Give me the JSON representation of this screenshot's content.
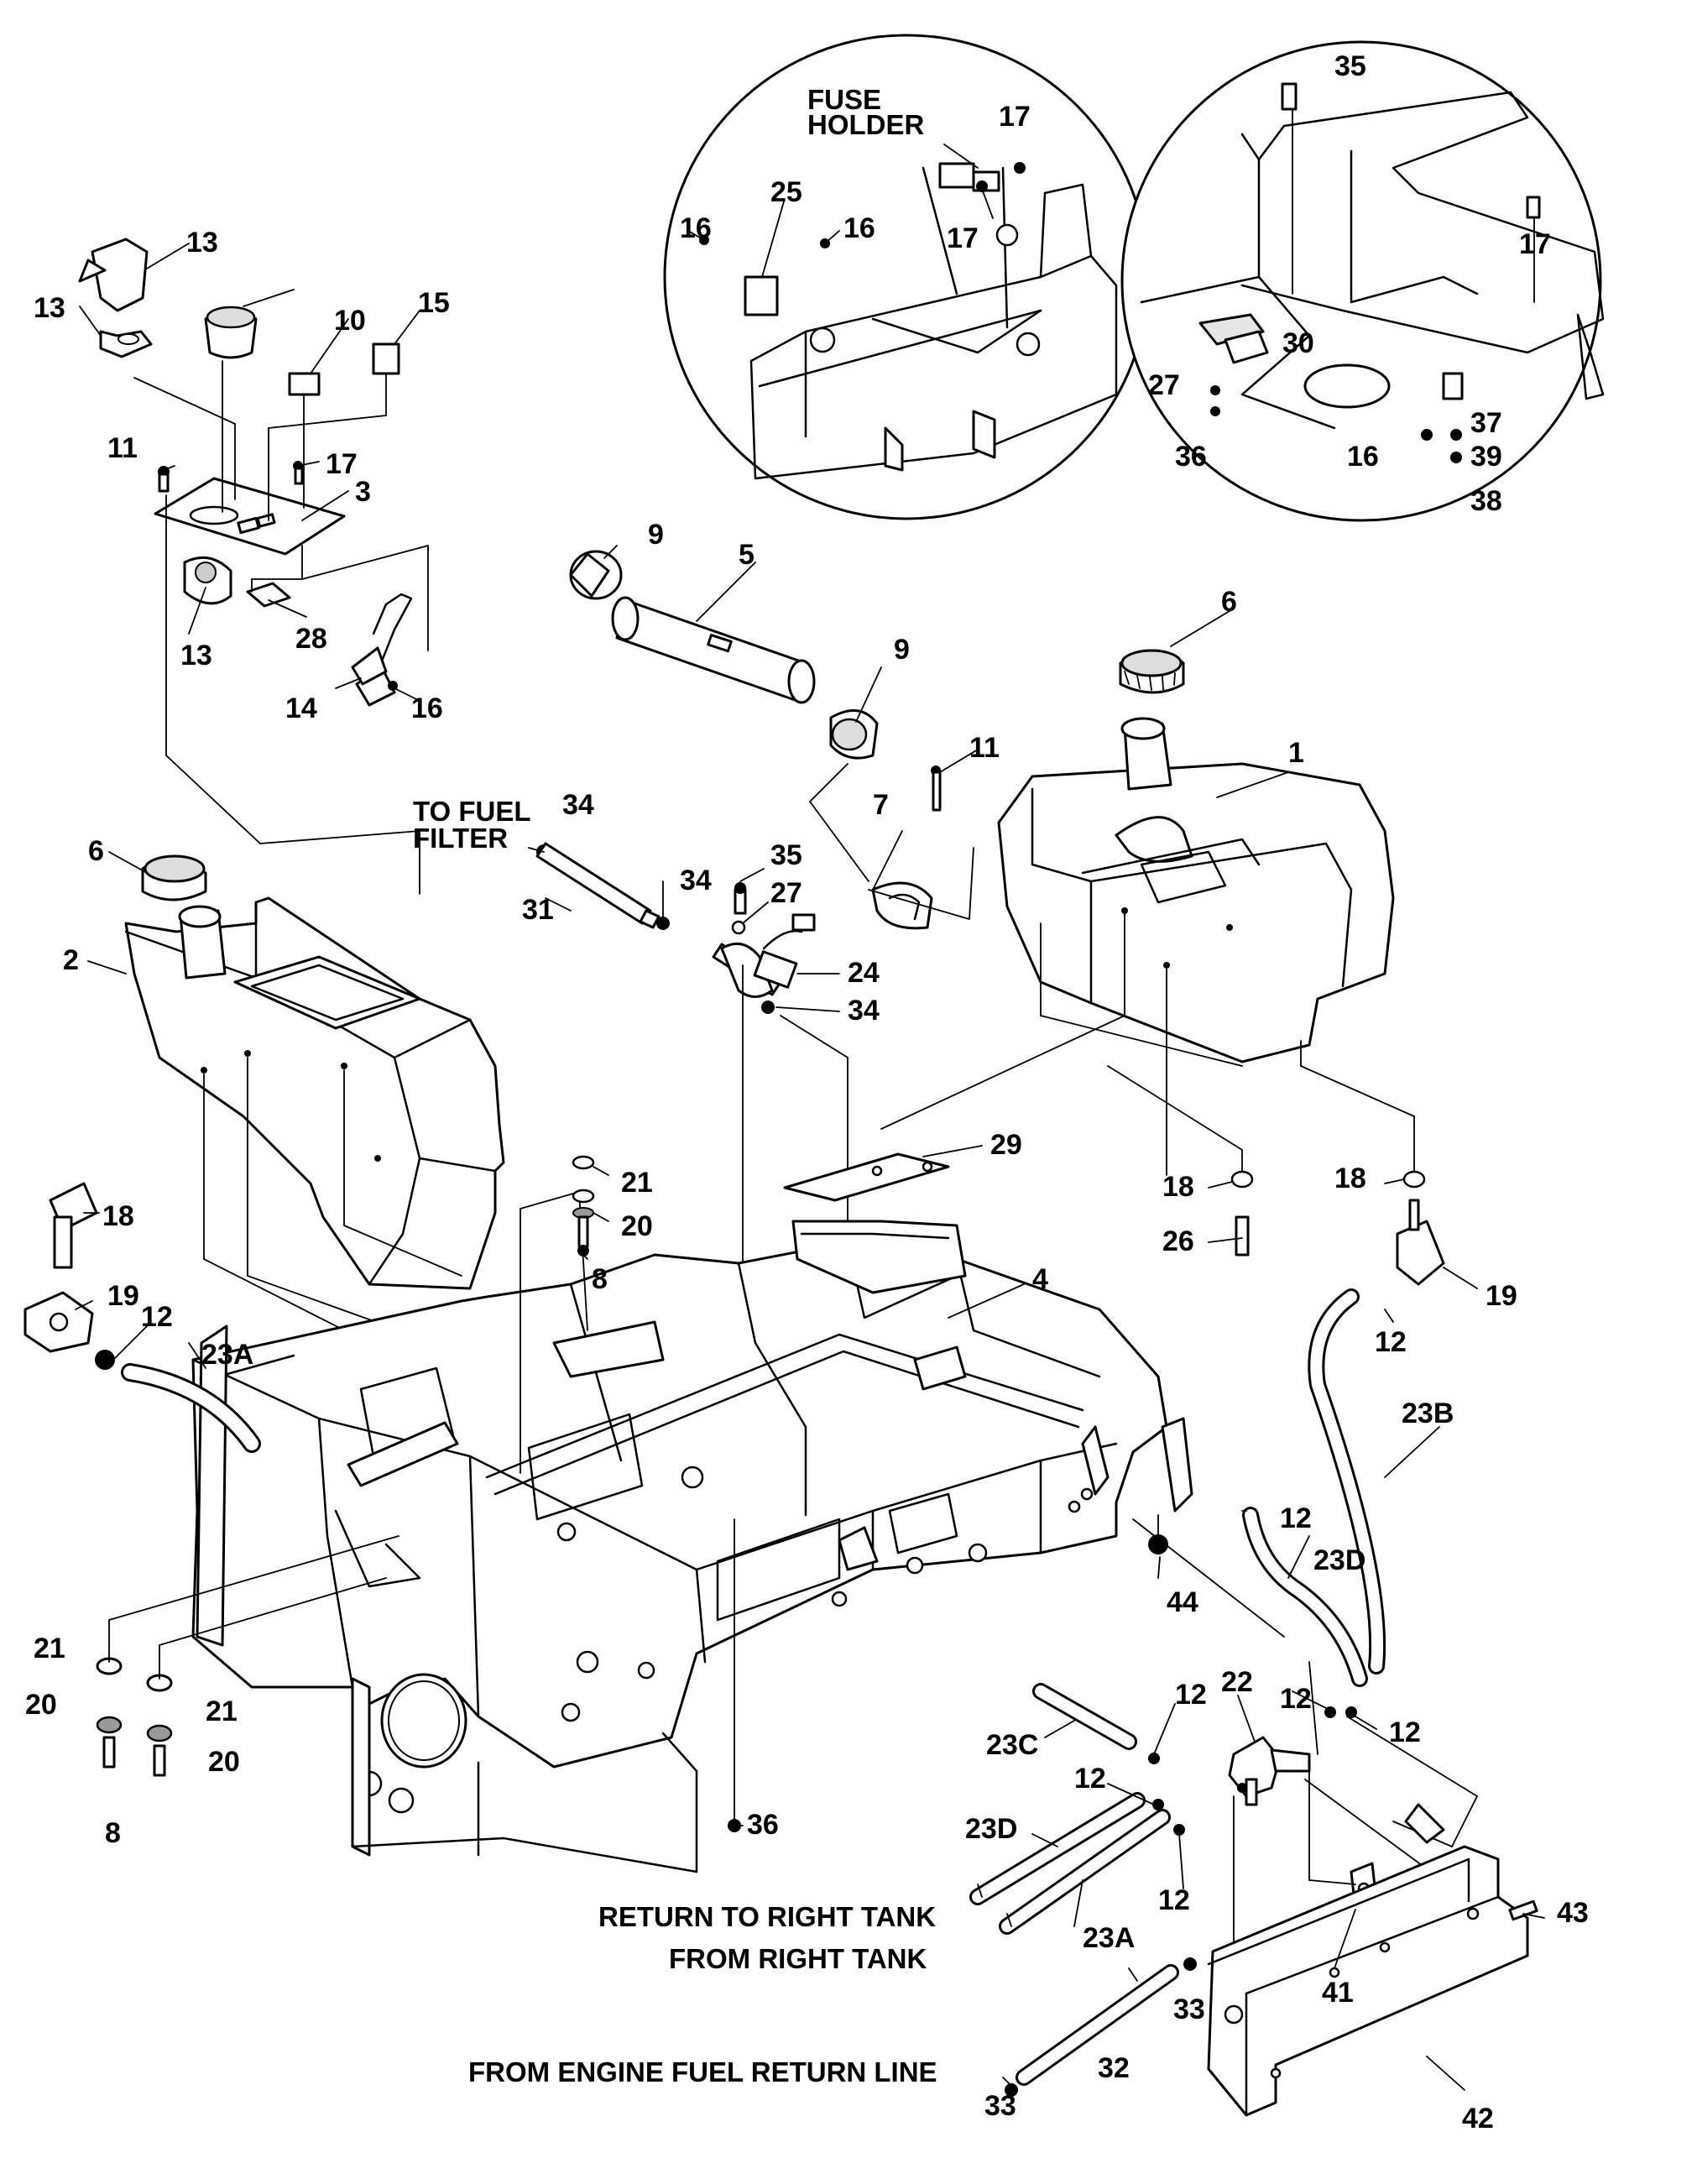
{
  "notes": {
    "fuse_holder": [
      "FUSE",
      "HOLDER"
    ],
    "to_fuel_filter": [
      "TO FUEL",
      "FILTER"
    ],
    "return_to_right_tank": "RETURN TO RIGHT TANK",
    "from_right_tank": "FROM RIGHT TANK",
    "from_engine_fuel_return_line": "FROM ENGINE FUEL RETURN LINE"
  },
  "callouts": {
    "c1": "1",
    "c2": "2",
    "c3": "3",
    "c4": "4",
    "c5": "5",
    "c6a": "6",
    "c6b": "6",
    "c7": "7",
    "c8a": "8",
    "c8b": "8",
    "c9a": "9",
    "c9b": "9",
    "c10": "10",
    "c11a": "11",
    "c11b": "11",
    "c12a": "12",
    "c12b": "12",
    "c12c": "12",
    "c12d": "12",
    "c12e": "12",
    "c12f": "12",
    "c12g": "12",
    "c12h": "12",
    "c13a": "13",
    "c13b": "13",
    "c13c": "13",
    "c14": "14",
    "c15": "15",
    "c16a": "16",
    "c16b": "16",
    "c16c": "16",
    "c16d": "16",
    "c17a": "17",
    "c17b": "17",
    "c17c": "17",
    "c17d": "17",
    "c18a": "18",
    "c18b": "18",
    "c18c": "18",
    "c19a": "19",
    "c19b": "19",
    "c20a": "20",
    "c20b": "20",
    "c20c": "20",
    "c21a": "21",
    "c21b": "21",
    "c21c": "21",
    "c22": "22",
    "c23a1": "23A",
    "c23a2": "23A",
    "c23b": "23B",
    "c23c": "23C",
    "c23d1": "23D",
    "c23d2": "23D",
    "c24": "24",
    "c25": "25",
    "c26": "26",
    "c27a": "27",
    "c27b": "27",
    "c28": "28",
    "c29": "29",
    "c30": "30",
    "c31": "31",
    "c32": "32",
    "c33a": "33",
    "c33b": "33",
    "c34a": "34",
    "c34b": "34",
    "c34c": "34",
    "c35a": "35",
    "c35b": "35",
    "c36a": "36",
    "c36b": "36",
    "c37": "37",
    "c38": "38",
    "c39": "39",
    "c41": "41",
    "c42": "42",
    "c43": "43",
    "c44": "44"
  }
}
